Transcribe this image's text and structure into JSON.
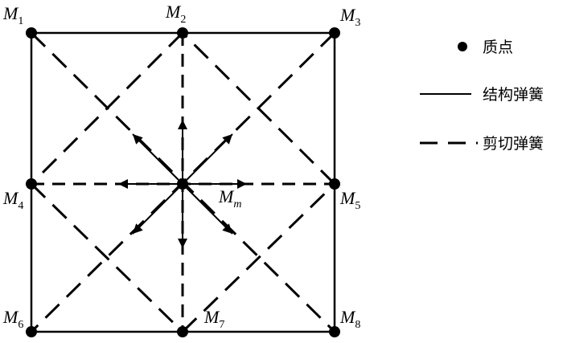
{
  "nodes": {
    "M1": {
      "base": "M",
      "sub": "1"
    },
    "M2": {
      "base": "M",
      "sub": "2"
    },
    "M3": {
      "base": "M",
      "sub": "3"
    },
    "M4": {
      "base": "M",
      "sub": "4"
    },
    "M5": {
      "base": "M",
      "sub": "5"
    },
    "M6": {
      "base": "M",
      "sub": "6"
    },
    "M7": {
      "base": "M",
      "sub": "7"
    },
    "M8": {
      "base": "M",
      "sub": "8"
    },
    "Mm": {
      "base": "M",
      "sub": "m"
    }
  },
  "legend": {
    "mass_point": "质点",
    "structural_spring": "结构弹簧",
    "shear_spring": "剪切弹簧"
  },
  "colors": {
    "ink": "#000000",
    "background": "#ffffff"
  }
}
